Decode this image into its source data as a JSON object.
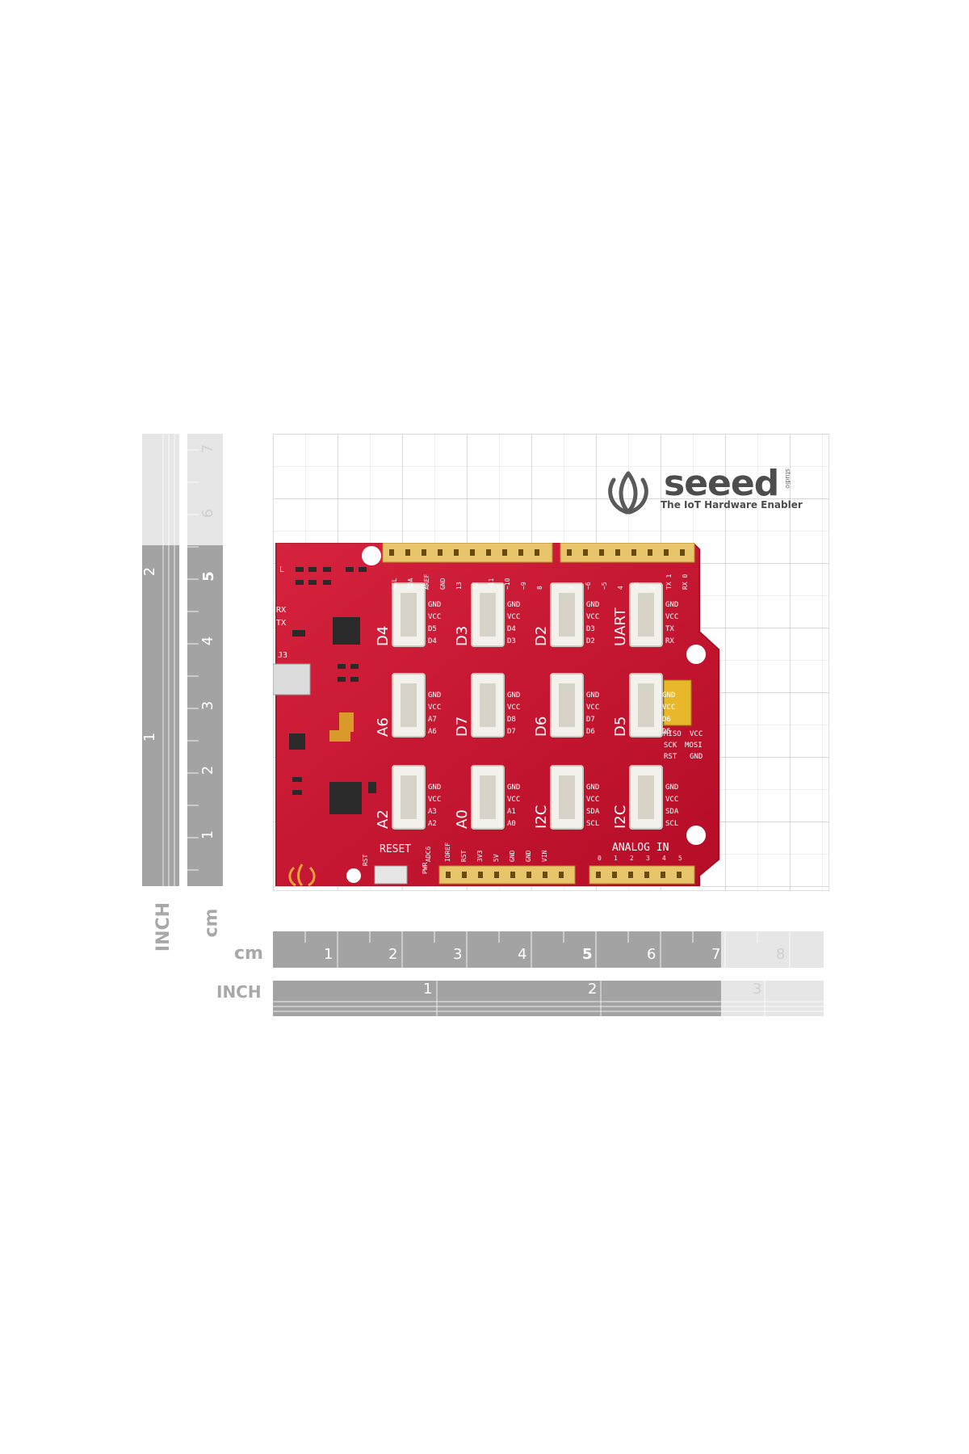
{
  "brand": {
    "name": "seeed",
    "tagline": "The IoT Hardware Enabler",
    "studio": "studio"
  },
  "rulers": {
    "vertical_inch_label": "INCH",
    "vertical_cm_label": "cm",
    "horizontal_cm_label": "cm",
    "horizontal_inch_label": "INCH",
    "vertical_inch_numbers": [
      "2",
      "1"
    ],
    "vertical_cm_numbers": [
      "7",
      "6",
      "5",
      "4",
      "3",
      "2",
      "1"
    ],
    "horizontal_cm_numbers": [
      "1",
      "2",
      "3",
      "4",
      "5",
      "6",
      "7",
      "8"
    ],
    "horizontal_inch_numbers": [
      "1",
      "2",
      "3"
    ]
  },
  "board": {
    "ports": [
      {
        "name": "D4",
        "pins": [
          "GND",
          "VCC",
          "D5",
          "D4"
        ]
      },
      {
        "name": "D3",
        "pins": [
          "GND",
          "VCC",
          "D4",
          "D3"
        ]
      },
      {
        "name": "D2",
        "pins": [
          "GND",
          "VCC",
          "D3",
          "D2"
        ]
      },
      {
        "name": "UART",
        "pins": [
          "GND",
          "VCC",
          "TX",
          "RX"
        ]
      },
      {
        "name": "A6",
        "pins": [
          "GND",
          "VCC",
          "A7",
          "A6"
        ]
      },
      {
        "name": "D7",
        "pins": [
          "GND",
          "VCC",
          "D8",
          "D7"
        ]
      },
      {
        "name": "D6",
        "pins": [
          "GND",
          "VCC",
          "D7",
          "D6"
        ]
      },
      {
        "name": "D5",
        "pins": [
          "GND",
          "VCC",
          "D6",
          "D5"
        ]
      },
      {
        "name": "A2",
        "pins": [
          "GND",
          "VCC",
          "A3",
          "A2"
        ]
      },
      {
        "name": "A0",
        "pins": [
          "GND",
          "VCC",
          "A1",
          "A0"
        ]
      },
      {
        "name": "I2C",
        "pins": [
          "GND",
          "VCC",
          "SDA",
          "SCL"
        ]
      },
      {
        "name": "I2C",
        "pins": [
          "GND",
          "VCC",
          "SDA",
          "SCL"
        ]
      }
    ],
    "top_header_labels": [
      "SCL",
      "SDA",
      "AREF",
      "GND",
      "13",
      "12",
      "~11",
      "~10",
      "~9",
      "8",
      "7",
      "~6",
      "~5",
      "4",
      "~3",
      "2",
      "TX 1",
      "RX 0"
    ],
    "bottom_header_labels": [
      "ADC6",
      "IOREF",
      "RST",
      "3V3",
      "5V",
      "GND",
      "GND",
      "VIN"
    ],
    "analog_label": "ANALOG IN",
    "analog_numbers": [
      "0",
      "1",
      "2",
      "3",
      "4",
      "5"
    ],
    "reset_label": "RESET",
    "icsp_labels": [
      "MISO",
      "VCC",
      "SCK",
      "MOSI",
      "RST",
      "GND"
    ],
    "left_labels": [
      "L",
      "RX",
      "TX",
      "J3"
    ],
    "pwr_label": "PWR",
    "rst_label": "RST"
  }
}
